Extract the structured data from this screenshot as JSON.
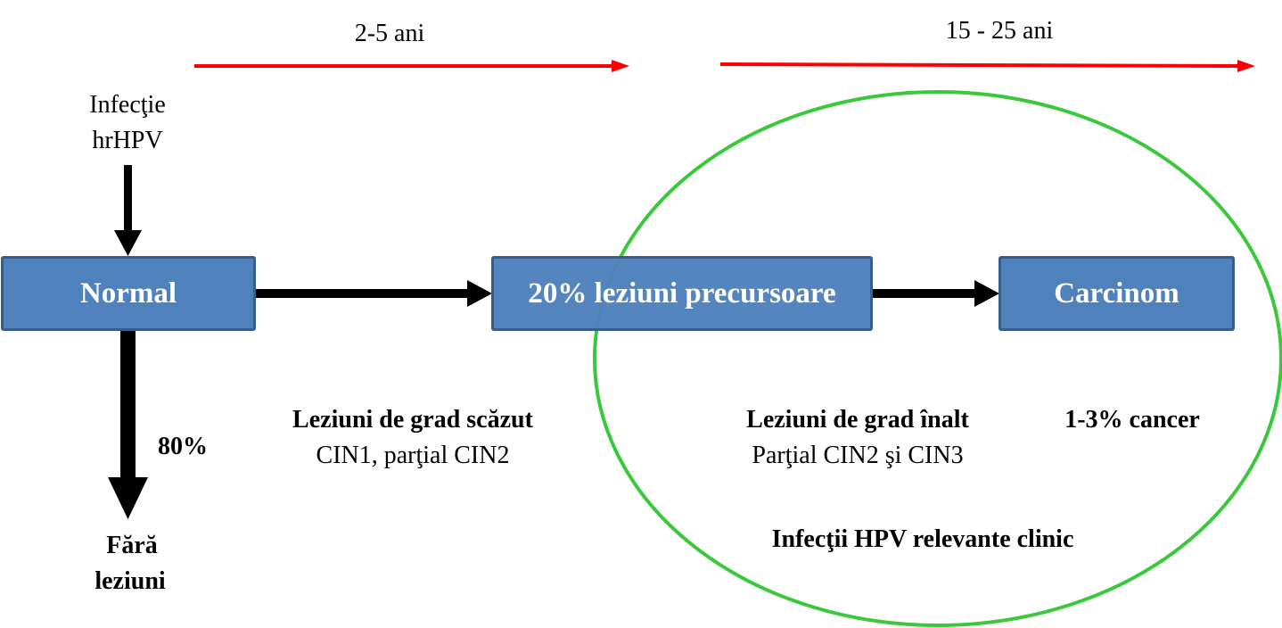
{
  "timeline": {
    "short": "2-5 ani",
    "long": "15 - 25 ani"
  },
  "start": {
    "line1": "Infecţie",
    "line2": "hrHPV"
  },
  "boxes": {
    "normal": "Normal",
    "precursor": "20% leziuni precursoare",
    "carcinoma": "Carcinom"
  },
  "regression": {
    "percent": "80%",
    "line1": "Fără",
    "line2": "leziuni"
  },
  "low_grade": {
    "title": "Leziuni de grad scăzut",
    "detail": "CIN1, parţial CIN2"
  },
  "high_grade": {
    "title": "Leziuni de grad înalt",
    "detail": "Parţial CIN2 şi CIN3"
  },
  "cancer": "1-3% cancer",
  "clinical": "Infecţii HPV relevante clinic",
  "colors": {
    "box": "#4F81BD",
    "box_border": "#385D8A",
    "timeline_arrow": "#FF0000",
    "ellipse": "#3CC83C"
  }
}
